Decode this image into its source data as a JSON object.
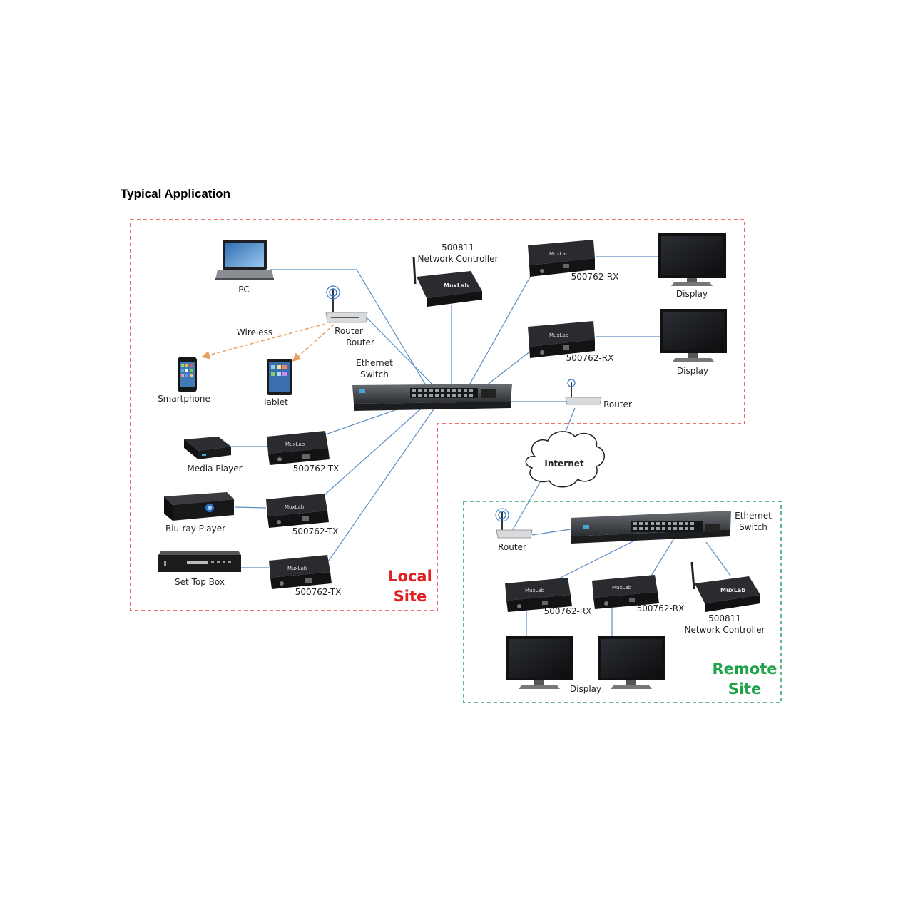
{
  "heading": "Typical Application",
  "local_site": {
    "title_line1": "Local",
    "title_line2": "Site",
    "labels": {
      "pc": "PC",
      "wireless": "Wireless",
      "router_icon": "Router",
      "router_port": "Router",
      "smartphone": "Smartphone",
      "tablet": "Tablet",
      "switch_line1": "Ethernet",
      "switch_line2": "Switch",
      "controller_model": "500811",
      "controller_name": "Network Controller",
      "rx1": "500762-RX",
      "rx2": "500762-RX",
      "display1": "Display",
      "display2": "Display",
      "wan_router": "Router",
      "media_player": "Media Player",
      "tx1": "500762-TX",
      "bluray": "Blu-ray Player",
      "tx2": "500762-TX",
      "settop": "Set Top Box",
      "tx3": "500762-TX"
    }
  },
  "internet_label": "Internet",
  "remote_site": {
    "title_line1": "Remote",
    "title_line2": "Site",
    "labels": {
      "router": "Router",
      "switch_line1": "Ethernet",
      "switch_line2": "Switch",
      "rx1": "500762-RX",
      "rx2": "500762-RX",
      "controller_model": "500811",
      "controller_name": "Network Controller",
      "display": "Display"
    }
  },
  "device_brand": "MuxLab",
  "colors": {
    "local_border": "#e04545",
    "local_title": "#e02020",
    "remote_border": "#3aa66a",
    "remote_title": "#1fa24a",
    "link": "#5b8ec4",
    "wireless_link": "#e8a060"
  }
}
